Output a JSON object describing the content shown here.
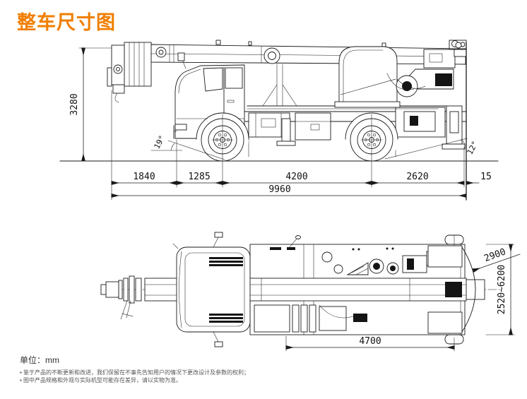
{
  "title": "整车尺寸图",
  "colors": {
    "title_accent": "#f07e00",
    "drawing_line": "#1a1a1a"
  },
  "dims": {
    "side": {
      "overall_height": "3280",
      "front_overhang": "1840",
      "bumper_to_front_axle": "1285",
      "wheelbase": "4200",
      "rear_axle_to_tail": "2620",
      "tail_gap": "15",
      "overall_length": "9960",
      "approach_angle": "19°",
      "departure_angle": "12°"
    },
    "top": {
      "tail_swing_radius": "2900",
      "outrigger_span_range": "2520~6200",
      "outrigger_longitudinal_base": "4700"
    }
  },
  "footer": {
    "unit_label": "单位：mm",
    "notes": [
      "▪ 鉴于产品的不断更新和改进，我们保留在不事先告知用户的情况下更改设计及参数的权利；",
      "▪ 图中产品规格和外观与实际机型可能存在差异，请以实物为准。"
    ]
  }
}
